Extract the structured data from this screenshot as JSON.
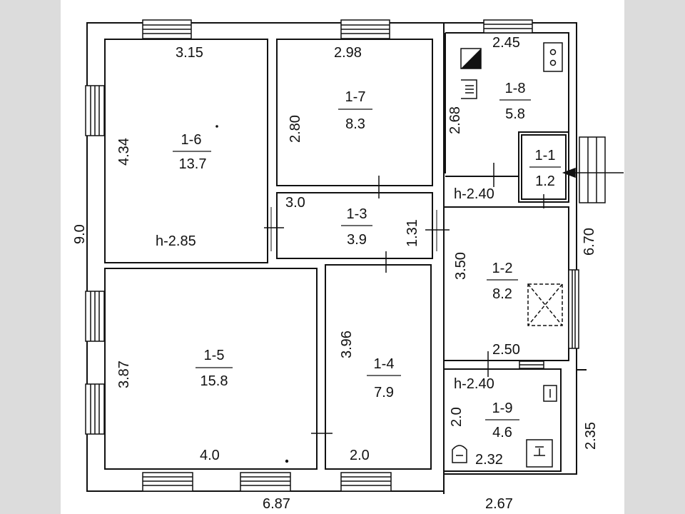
{
  "plan": {
    "overall": {
      "height": "9.0",
      "bottom_left": "6.87",
      "bottom_right": "2.67",
      "right_upper": "6.70",
      "right_lower": "2.35"
    },
    "rooms": [
      {
        "id": "1-6",
        "area": "13.7"
      },
      {
        "id": "1-7",
        "area": "8.3"
      },
      {
        "id": "1-8",
        "area": "5.8"
      },
      {
        "id": "1-1",
        "area": "1.2"
      },
      {
        "id": "1-3",
        "area": "3.9"
      },
      {
        "id": "1-2",
        "area": "8.2"
      },
      {
        "id": "1-5",
        "area": "15.8"
      },
      {
        "id": "1-4",
        "area": "7.9"
      },
      {
        "id": "1-9",
        "area": "4.6"
      }
    ],
    "dimensions": {
      "r16_width": "3.15",
      "r16_height": "4.34",
      "ceiling_left": "h-2.85",
      "r17_width": "2.98",
      "r17_height": "2.80",
      "r18_width": "2.45",
      "r18_height": "2.68",
      "r13_width": "3.0",
      "r13_height": "1.31",
      "ceiling_hall": "h-2.40",
      "r12_height": "3.50",
      "r12_width": "2.50",
      "r15_height": "3.87",
      "r15_width": "4.0",
      "r14_height": "3.96",
      "r14_width": "2.0",
      "ceiling_bath": "h-2.40",
      "r19_height": "2.0",
      "r19_width": "2.32"
    }
  }
}
